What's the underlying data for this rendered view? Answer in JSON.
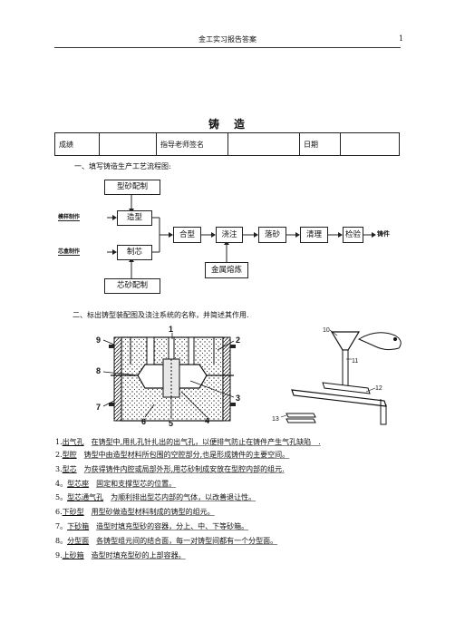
{
  "header": {
    "title": "金工实习报告答案",
    "page_number": "1"
  },
  "doc_title": "铸　造",
  "info_table": {
    "grade_label": "成绩",
    "teacher_label": "指导老师签名",
    "date_label": "日期"
  },
  "section1": {
    "heading": "一、填写铸造生产工艺流程图:",
    "flow": {
      "molding_sand": "型砂配制",
      "pattern_making": "模样制作",
      "molding": "造型",
      "corebox_making": "芯盒制作",
      "core_making": "制芯",
      "core_sand": "芯砂配制",
      "mold_closing": "合型",
      "pouring": "浇注",
      "shakeout": "落砂",
      "cleaning": "清理",
      "inspection": "检验",
      "casting": "铸件",
      "metal_melting": "金属熔炼"
    }
  },
  "section2": {
    "heading": "二、标出铸型装配图及浇注系统的名称，并简述其作用.",
    "left_numbers": [
      "1",
      "2",
      "3",
      "4",
      "5",
      "6",
      "7",
      "8",
      "9"
    ],
    "right_numbers": [
      "10",
      "11",
      "12",
      "13"
    ],
    "items": [
      {
        "num": "1.",
        "term": "出气孔",
        "desc": "在铸型中,用扎孔针扎出的出气孔，以便排气防止在铸件产生气孔缺陷　."
      },
      {
        "num": "2.",
        "term": "型腔",
        "desc": "铸型中由造型材料所包围的空腔部分,也是形成铸件的主要空间。"
      },
      {
        "num": "3.",
        "term": "型芯",
        "desc": "为获得铸件内腔或局部外形,用芯砂制成安放在型腔内部的组元."
      },
      {
        "num": "4。",
        "term": "型芯座",
        "desc": "固定和支撑型芯的位置。"
      },
      {
        "num": "5。",
        "term": "型芯通气孔",
        "desc": "为顺利排出型芯内部的气体，以改善退让性。"
      },
      {
        "num": "6.",
        "term": "下砂型",
        "desc": "用型砂做造型材料制成的铸型的组元。"
      },
      {
        "num": "7。",
        "term": "下砂箱",
        "desc": "造型时填充型砂的容器，分上、中、下等砂箱。"
      },
      {
        "num": "8。",
        "term": "分型面",
        "desc": "各铸型组元间的结合面，每一对铸型间都有一个分型面。"
      },
      {
        "num": "9.",
        "term": "上砂箱",
        "desc": "造型时填充型砂的上部容器。"
      }
    ]
  }
}
